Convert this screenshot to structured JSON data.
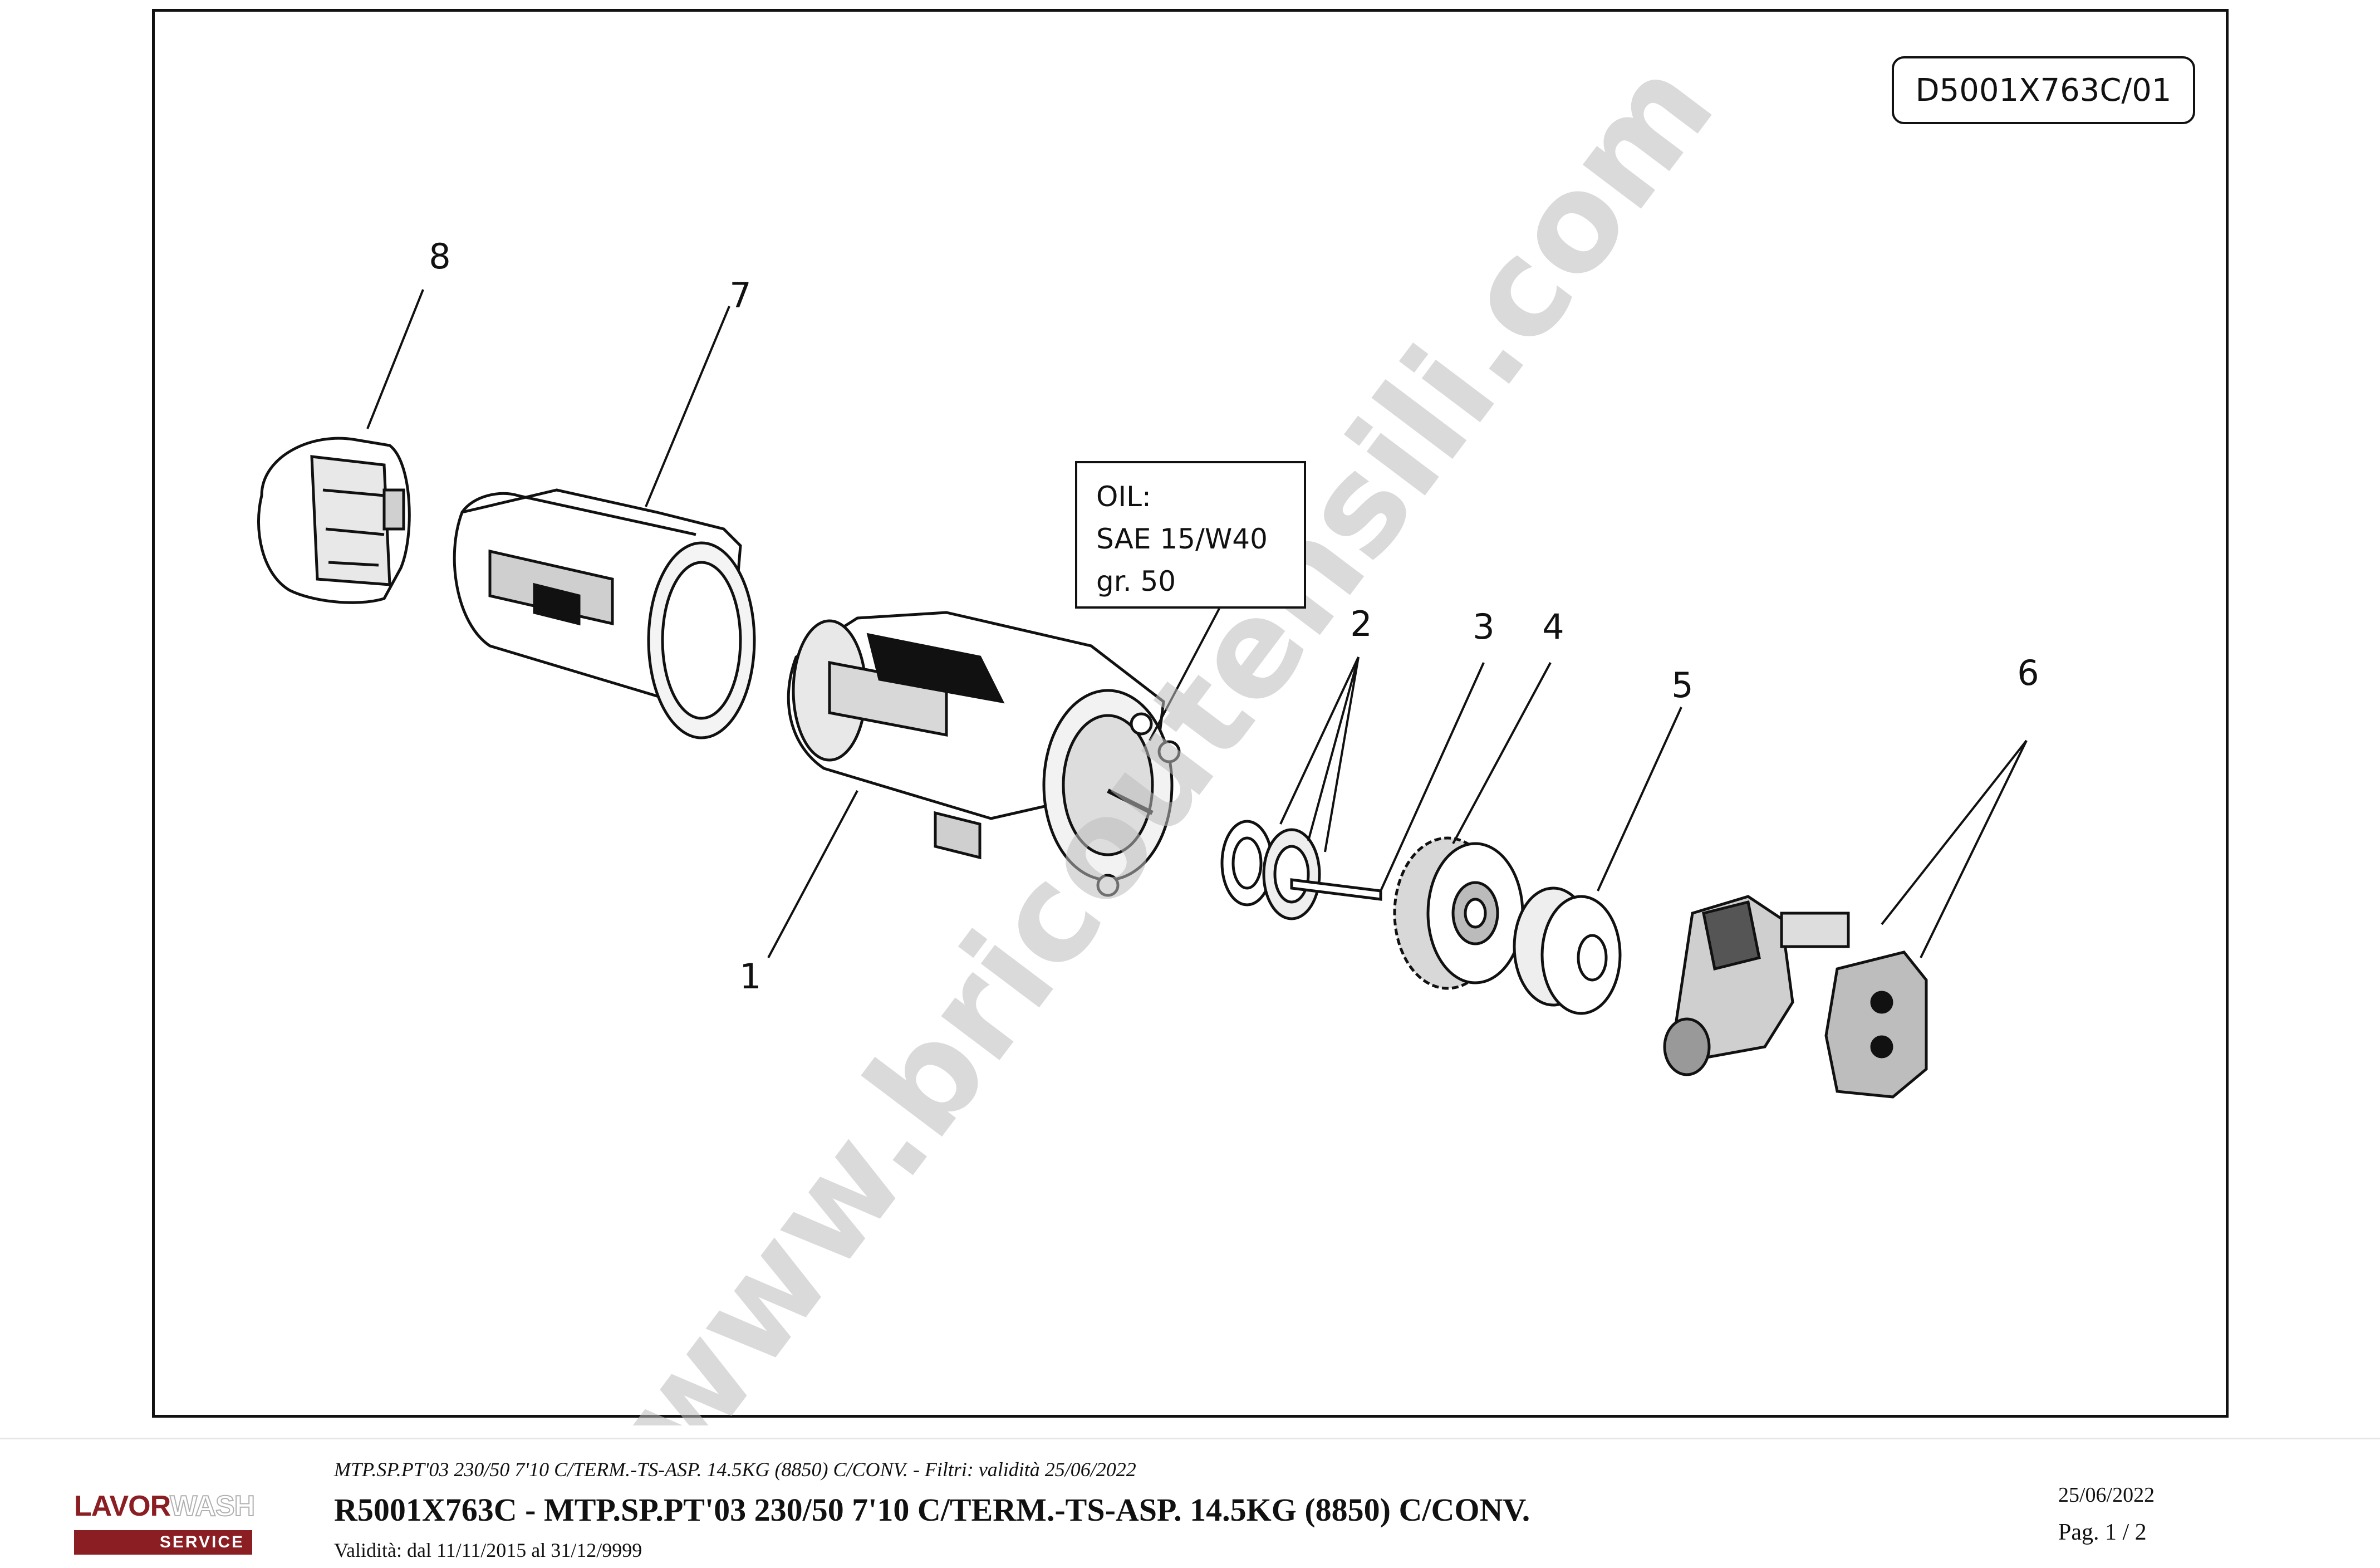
{
  "drawing": {
    "code": "D5001X763C/01",
    "oil_note": {
      "line1": "OIL:",
      "line2": "SAE 15/W40",
      "line3": "gr.  50"
    },
    "callouts": [
      "1",
      "2",
      "3",
      "4",
      "5",
      "6",
      "7",
      "8"
    ],
    "watermark": "www.bricoutensili.com"
  },
  "logo": {
    "brand_part1": "LAVOR",
    "brand_part2": "WASH",
    "tagline": "SERVICE"
  },
  "footer": {
    "subtitle": "MTP.SP.PT'03 230/50 7'10 C/TERM.-TS-ASP. 14.5KG (8850) C/CONV. - Filtri: validità 25/06/2022",
    "title": "R5001X763C - MTP.SP.PT'03 230/50 7'10 C/TERM.-TS-ASP. 14.5KG (8850) C/CONV.",
    "validity": "Validità: dal 11/11/2015 al 31/12/9999",
    "date": "25/06/2022",
    "page": "Pag. 1 / 2"
  }
}
